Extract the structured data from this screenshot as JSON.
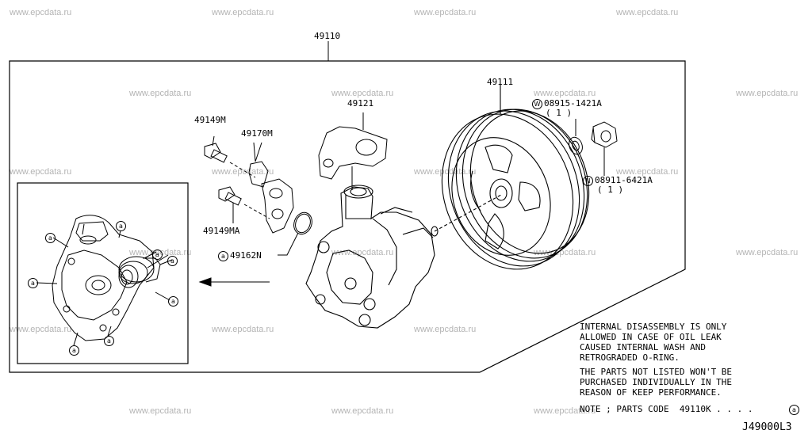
{
  "watermark": "www.epcdata.ru",
  "assembly_part": "49110",
  "parts": {
    "bolt_upper": "49149M",
    "connector": "49170M",
    "bracket": "49121",
    "pulley": "49111",
    "bolt_lower": "49149MA",
    "oring": "49162N",
    "washer_code": "08915-1421A",
    "washer_qty": "( 1 )",
    "washer_symbol": "W",
    "nut_code": "08911-6421A",
    "nut_qty": "( 1 )",
    "nut_symbol": "N"
  },
  "callout_symbol": "a",
  "note_lines": [
    "INTERNAL DISASSEMBLY IS ONLY",
    "ALLOWED IN CASE OF OIL LEAK",
    "CAUSED INTERNAL WASH AND",
    "RETROGRADED O-RING.",
    "THE PARTS NOT LISTED WON'T BE",
    "PURCHASED INDIVIDUALLY IN THE",
    "REASON OF KEEP PERFORMANCE.",
    "NOTE ; PARTS CODE  49110K . . . ."
  ],
  "note_symbol": "a",
  "diagram_id": "J49000L3"
}
